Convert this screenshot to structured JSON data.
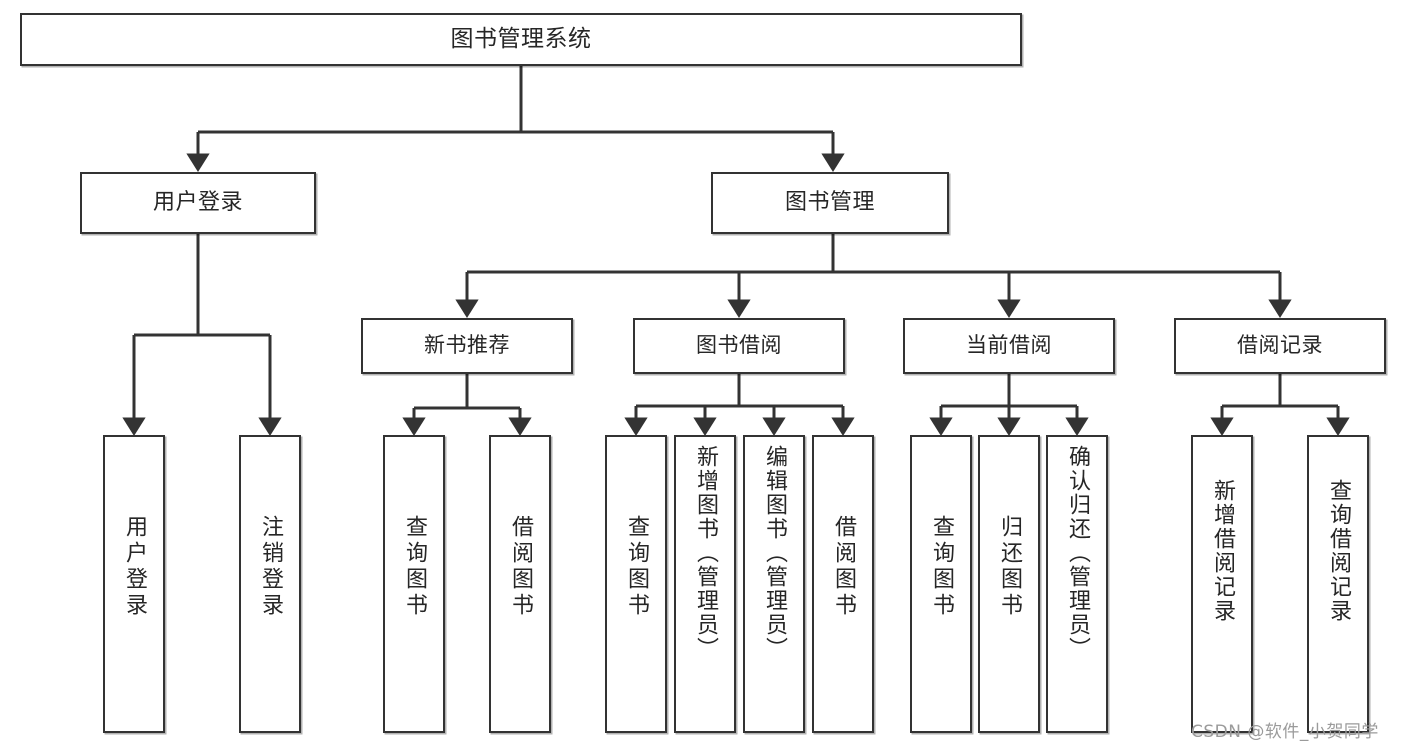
{
  "diagram": {
    "type": "tree-hierarchy",
    "title": "图书管理系统",
    "background_color": "#ffffff",
    "box_border_color": "#333333",
    "text_color": "#262626",
    "connector_color": "#333333"
  },
  "nodes": {
    "root": {
      "label": "图书管理系统"
    },
    "level1": [
      {
        "label": "用户登录"
      },
      {
        "label": "图书管理"
      }
    ],
    "level2": [
      {
        "label": "新书推荐"
      },
      {
        "label": "图书借阅"
      },
      {
        "label": "当前借阅"
      },
      {
        "label": "借阅记录"
      }
    ],
    "leaves": {
      "user_login": [
        {
          "label": "用户登录"
        },
        {
          "label": "注销登录"
        }
      ],
      "new_book_recommend": [
        {
          "label": "查询图书"
        },
        {
          "label": "借阅图书"
        }
      ],
      "book_borrow": [
        {
          "label": "查询图书"
        },
        {
          "label": "新增图书（管理员）"
        },
        {
          "label": "编辑图书（管理员）"
        },
        {
          "label": "借阅图书"
        }
      ],
      "current_borrow": [
        {
          "label": "查询图书"
        },
        {
          "label": "归还图书"
        },
        {
          "label": "确认归还（管理员）"
        }
      ],
      "borrow_record": [
        {
          "label": "新增借阅记录"
        },
        {
          "label": "查询借阅记录"
        }
      ]
    }
  },
  "watermark": {
    "text": "CSDN @软件_小贺同学"
  }
}
